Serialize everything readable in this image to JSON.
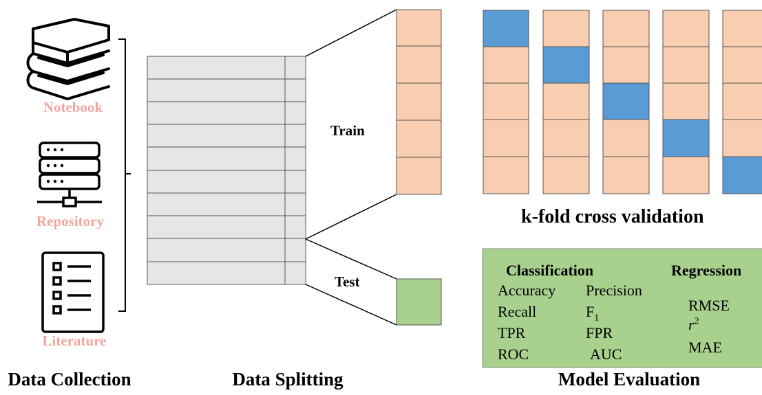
{
  "sources": {
    "notebook": "Notebook",
    "repository": "Repository",
    "literature": "Literature"
  },
  "split": {
    "train": "Train",
    "test": "Test",
    "cv_title": "k-fold cross validation"
  },
  "metrics": {
    "classification_title": "Classification",
    "regression_title": "Regression",
    "classification_col1": [
      "Accuracy",
      "Recall",
      "TPR",
      "ROC"
    ],
    "classification_col2": [
      "Precision",
      "F",
      "FPR",
      "AUC"
    ],
    "f1_subscript": "1",
    "regression": [
      "RMSE",
      "r",
      "MAE"
    ],
    "r2_superscript": "2"
  },
  "sections": {
    "collection": "Data Collection",
    "splitting": "Data Splitting",
    "evaluation": "Model Evaluation"
  },
  "colors": {
    "source_label": "#f2a6a0",
    "train_fold": "#f8cdb0",
    "validation_fold": "#5b9bd5",
    "test_block": "#a9d18e",
    "metrics_panel": "#a9d18e",
    "table_fill": "#e6e6e6"
  },
  "icons": [
    "books-icon",
    "server-icon",
    "checklist-icon"
  ]
}
